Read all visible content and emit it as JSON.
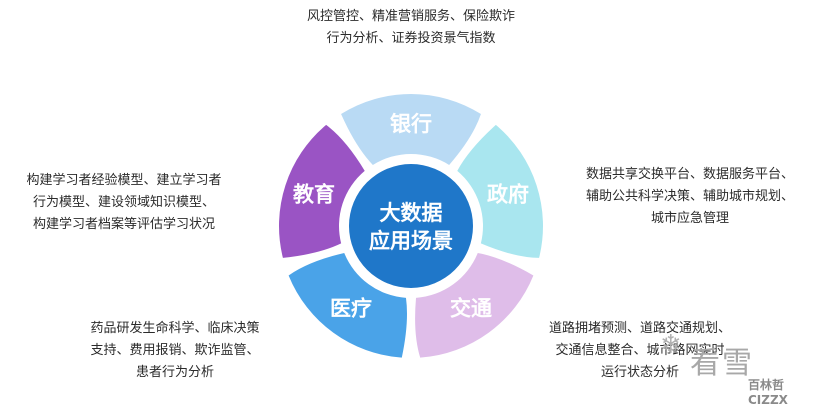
{
  "center": {
    "line1": "大数据",
    "line2": "应用场景"
  },
  "segments": [
    {
      "id": "bank",
      "label": "银行",
      "color": "#b9daf4",
      "desc": [
        "风控管控、精准营销服务、保险欺诈",
        "行为分析、证券投资景气指数"
      ]
    },
    {
      "id": "gov",
      "label": "政府",
      "color": "#a9e6ef",
      "desc": [
        "数据共享交换平台、数据服务平台、",
        "辅助公共科学决策、辅助城市规划、",
        "城市应急管理"
      ]
    },
    {
      "id": "transport",
      "label": "交通",
      "color": "#dfbde9",
      "desc": [
        "道路拥堵预测、道路交通规划、",
        "交通信息整合、城市路网实时",
        "运行状态分析"
      ]
    },
    {
      "id": "medical",
      "label": "医疗",
      "color": "#4aa3e8",
      "desc": [
        "药品研发生命科学、临床决策",
        "支持、费用报销、欺诈监管、",
        "患者行为分析"
      ]
    },
    {
      "id": "edu",
      "label": "教育",
      "color": "#9a54c4",
      "desc": [
        "构建学习者经验模型、建立学习者",
        "行为模型、建设领域知识模型、",
        "构建学习者档案等评估学习状况"
      ]
    }
  ],
  "colors": {
    "center": "#1f77c9",
    "label_light": "#ffffff"
  },
  "watermark": {
    "main": "看雪",
    "logo": "百林哲 CIZZX",
    "flake": "❄"
  }
}
